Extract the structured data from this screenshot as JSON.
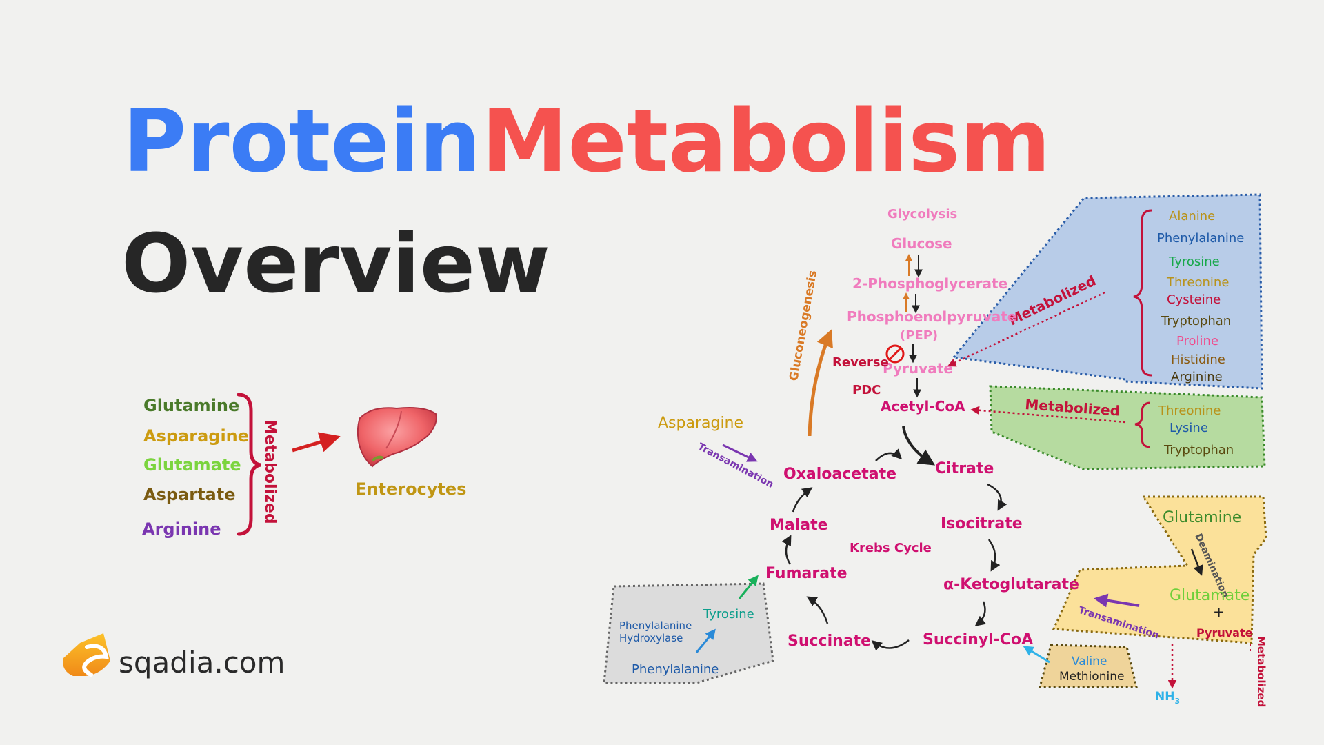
{
  "title": {
    "word1": "Protein",
    "word2": "Metabolism",
    "line2": "Overview"
  },
  "colors": {
    "blue": "#3b7cf5",
    "red": "#f5524f",
    "dark": "#262626",
    "magenta": "#cf1070",
    "pink": "#f07bbd",
    "maroon": "#c3123a",
    "orange": "#d97a26",
    "gold": "#c09614",
    "purple": "#7a36b0",
    "olive": "#8a6e1a",
    "green": "#3c8b2c",
    "lime": "#6fcf3a",
    "teal": "#0e9e8c",
    "navy": "#1e5aa8"
  },
  "left": {
    "items": [
      "Glutamine",
      "Asparagine",
      "Glutamate",
      "Aspartate",
      "Arginine"
    ],
    "metabolized": "Metabolized",
    "enterocytes": "Enterocytes"
  },
  "pathway": {
    "glycolysis": "Glycolysis",
    "glucose": "Glucose",
    "pg2": "2-Phosphoglycerate",
    "pep": "Phosphoenolpyruvate",
    "pep_abbr": "(PEP)",
    "pyruvate": "Pyruvate",
    "acetylcoa": "Acetyl-CoA",
    "reverse": "Reverse",
    "pdc": "PDC",
    "gluconeogenesis": "Gluconeogenesis"
  },
  "krebs": {
    "center": "Krebs Cycle",
    "oxaloacetate": "Oxaloacetate",
    "citrate": "Citrate",
    "isocitrate": "Isocitrate",
    "aketoglutarate": "α-Ketoglutarate",
    "succinylcoa": "Succinyl-CoA",
    "succinate": "Succinate",
    "fumarate": "Fumarate",
    "malate": "Malate"
  },
  "asparagine": {
    "label": "Asparagine",
    "transamination": "Transamination"
  },
  "blue_box": {
    "metabolized": "Metabolized",
    "items": [
      "Alanine",
      "Phenylalanine",
      "Tyrosine",
      "Threonine",
      "Cysteine",
      "Tryptophan",
      "Proline",
      "Histidine",
      "Arginine"
    ]
  },
  "green_box": {
    "metabolized": "Metabolized",
    "items": [
      "Threonine",
      "Lysine",
      "Tryptophan"
    ]
  },
  "yellow_box": {
    "glutamine": "Glutamine",
    "deamination": "Deamination",
    "glutamate": "Glutamate",
    "plus": "+",
    "pyruvate": "Pyruvate",
    "transamination": "Transamination",
    "nh3": "NH",
    "nh3_sub": "3",
    "metabolized": "Metabolized"
  },
  "valine_box": {
    "valine": "Valine",
    "methionine": "Methionine"
  },
  "grey_box": {
    "tyrosine": "Tyrosine",
    "enzyme1": "Phenylalanine",
    "enzyme2": "Hydroxylase",
    "phenylalanine": "Phenylalanine"
  },
  "logo": {
    "text": "sqadia.com"
  }
}
